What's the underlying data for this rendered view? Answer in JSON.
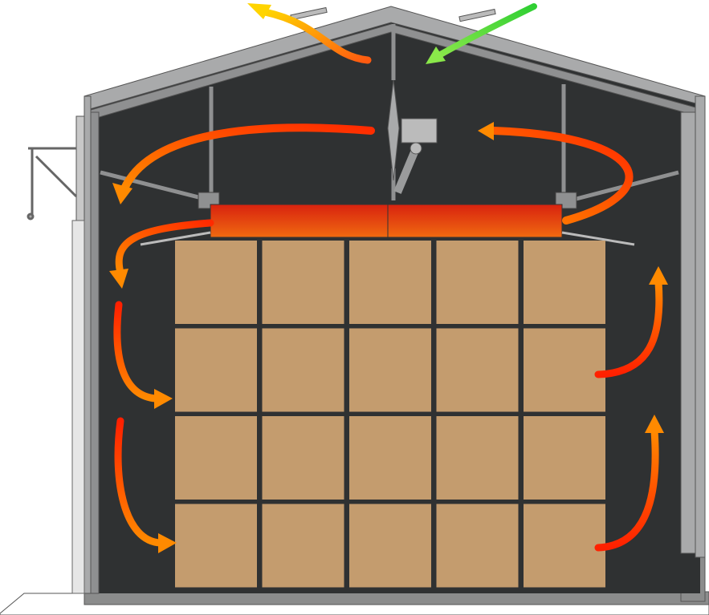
{
  "diagram": {
    "pallet_grid": {
      "rows": 4,
      "columns": 5
    },
    "colors": {
      "interior": "#2f3132",
      "structure": "#a9aaab",
      "structure_dark": "#7d7f80",
      "pallet": "#c49c6e",
      "heater_start": "#d8220f",
      "heater_end": "#f06a10",
      "hot_air_start": "#ff2a00",
      "hot_air_end": "#ff8a00",
      "exhaust_air": "#ffcc00",
      "fresh_air": "#3fd83a"
    },
    "icons": [
      "exhaust-air-arrow",
      "fresh-air-arrow",
      "hot-air-circulation-arrow",
      "fan-icon",
      "heater-unit"
    ]
  }
}
